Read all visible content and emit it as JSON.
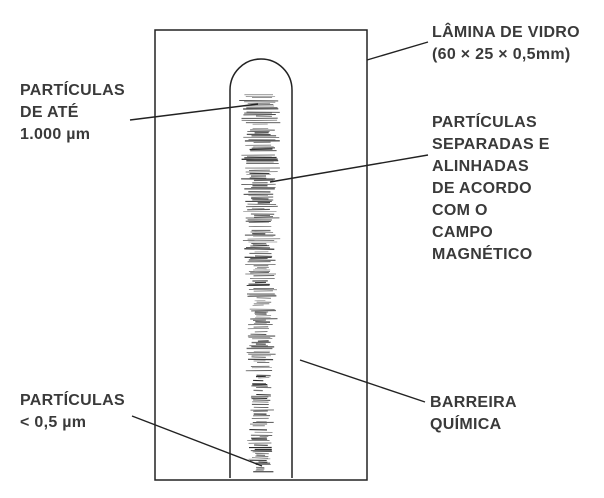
{
  "labels": {
    "glass_slide": {
      "line1": "LÂMINA DE VIDRO",
      "line2": "(60 × 25 × 0,5mm)"
    },
    "large_particles": {
      "line1": "PARTÍCULAS",
      "line2": "DE ATÉ",
      "line3": "1.000 µm"
    },
    "aligned_particles": {
      "line1": "PARTÍCULAS",
      "line2": "SEPARADAS E",
      "line3": "ALINHADAS",
      "line4": "DE ACORDO",
      "line5": "COM O",
      "line6": "CAMPO",
      "line7": "MAGNÉTICO"
    },
    "chemical_barrier": {
      "line1": "BARREIRA",
      "line2": "QUÍMICA"
    },
    "small_particles": {
      "line1": "PARTÍCULAS",
      "line2": "< 0,5 µm"
    }
  },
  "colors": {
    "ink": "#222222",
    "text": "#3a3a3a",
    "background": "#ffffff"
  }
}
